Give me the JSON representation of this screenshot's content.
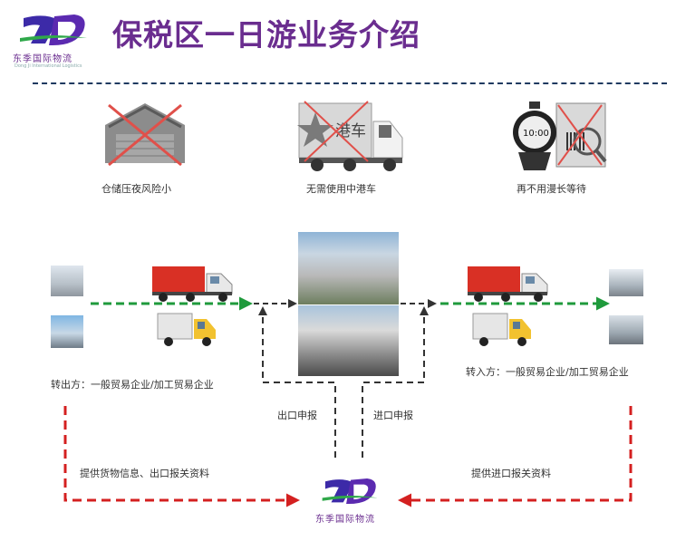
{
  "header": {
    "title": "保税区一日游业务介绍",
    "logo_name": "东季国际物流",
    "logo_tagline": "Dong Ji International Logistics"
  },
  "benefits": [
    {
      "label": "仓储压夜风险小",
      "icon": "warehouse-icon"
    },
    {
      "label": "无需使用中港车",
      "icon": "hk-truck-icon",
      "truck_text": "港车"
    },
    {
      "label": "再不用漫长等待",
      "icon": "stopwatch-icon",
      "clock_text": "10:00"
    }
  ],
  "flow": {
    "transfer_out": "转出方：一般贸易企业/加工贸易企业",
    "transfer_in": "转入方：一般贸易企业/加工贸易企业",
    "export_declaration": "出口申报",
    "import_declaration": "进口申报",
    "provide_out_info": "提供货物信息、出口报关资料",
    "provide_in_info": "提供进口报关资料"
  },
  "footer_logo": {
    "name": "东季国际物流"
  },
  "colors": {
    "title": "#6a2d8f",
    "green_arrow": "#1f9a3c",
    "red_arrow": "#d42020",
    "dark_arrow": "#333333",
    "divider": "#1f3a60"
  }
}
